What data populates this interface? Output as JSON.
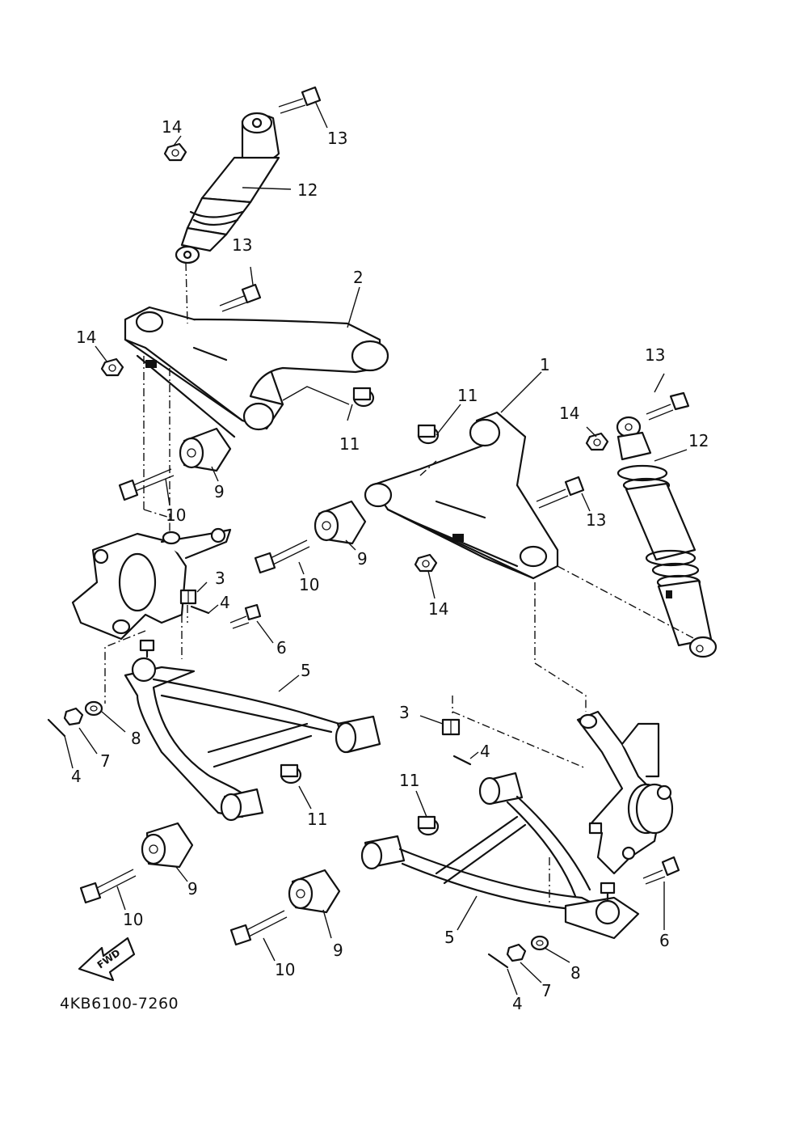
{
  "diagram": {
    "part_code": "4KB6100-7260",
    "fwd_label": "FWD",
    "callouts": [
      {
        "id": "c13a",
        "text": "13"
      },
      {
        "id": "c14a",
        "text": "14"
      },
      {
        "id": "c12a",
        "text": "12"
      },
      {
        "id": "c13b",
        "text": "13"
      },
      {
        "id": "c2",
        "text": "2"
      },
      {
        "id": "c14b",
        "text": "14"
      },
      {
        "id": "c11a",
        "text": "11"
      },
      {
        "id": "c9a",
        "text": "9"
      },
      {
        "id": "c10a",
        "text": "10"
      },
      {
        "id": "c3a",
        "text": "3"
      },
      {
        "id": "c4a",
        "text": "4"
      },
      {
        "id": "c6a",
        "text": "6"
      },
      {
        "id": "c5a",
        "text": "5"
      },
      {
        "id": "c8a",
        "text": "8"
      },
      {
        "id": "c7a",
        "text": "7"
      },
      {
        "id": "c4b",
        "text": "4"
      },
      {
        "id": "c11b",
        "text": "11"
      },
      {
        "id": "c9b",
        "text": "9"
      },
      {
        "id": "c10b",
        "text": "10"
      },
      {
        "id": "c1",
        "text": "1"
      },
      {
        "id": "c11c",
        "text": "11"
      },
      {
        "id": "c13c",
        "text": "13"
      },
      {
        "id": "c14c",
        "text": "14"
      },
      {
        "id": "c12b",
        "text": "12"
      },
      {
        "id": "c13d",
        "text": "13"
      },
      {
        "id": "c9c",
        "text": "9"
      },
      {
        "id": "c10c",
        "text": "10"
      },
      {
        "id": "c14d",
        "text": "14"
      },
      {
        "id": "c3b",
        "text": "3"
      },
      {
        "id": "c4c",
        "text": "4"
      },
      {
        "id": "c11d",
        "text": "11"
      },
      {
        "id": "c9d",
        "text": "9"
      },
      {
        "id": "c10d",
        "text": "10"
      },
      {
        "id": "c5b",
        "text": "5"
      },
      {
        "id": "c6b",
        "text": "6"
      },
      {
        "id": "c8b",
        "text": "8"
      },
      {
        "id": "c7b",
        "text": "7"
      },
      {
        "id": "c4d",
        "text": "4"
      }
    ]
  }
}
